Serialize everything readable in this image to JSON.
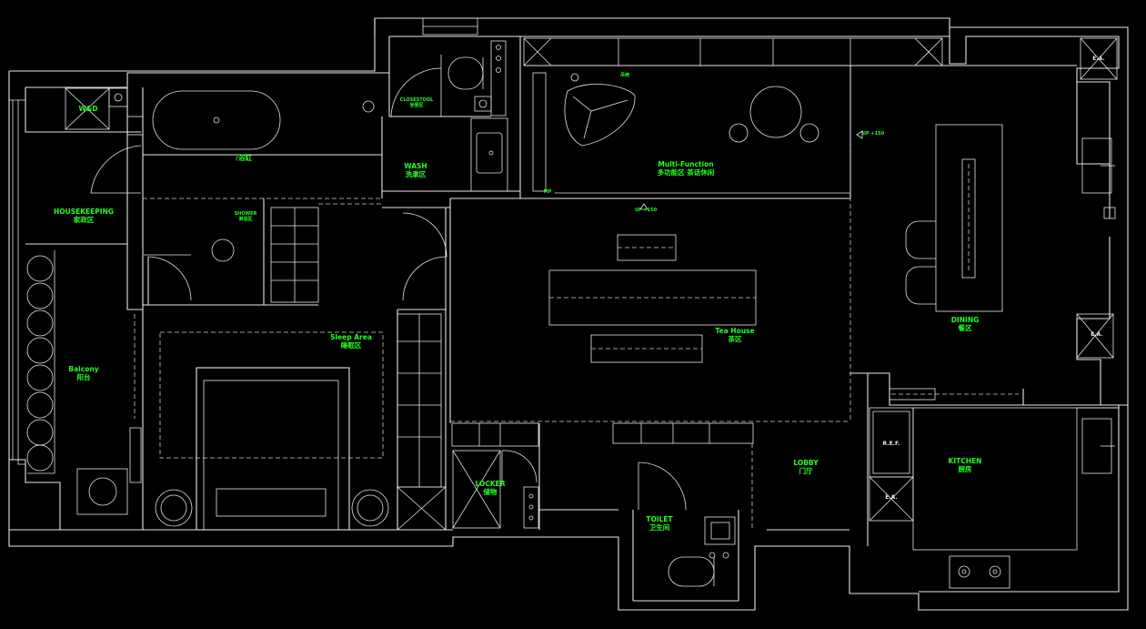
{
  "plan": {
    "colors": {
      "background": "#000000",
      "lines": "#e6e6e6",
      "labels": "#22ff22"
    },
    "rooms": {
      "wd": {
        "en": "W&D"
      },
      "bath": {
        "cn": "/浴缸"
      },
      "closestool": {
        "en": "CLOSESTOOL",
        "cn": "坐便区"
      },
      "wash": {
        "en": "WASH",
        "cn": "洗漱区"
      },
      "shower": {
        "en": "SHOWER",
        "cn": "淋浴区"
      },
      "housekeeping": {
        "en": "HOUSEKEEPING",
        "cn": "家政区"
      },
      "balcony": {
        "en": "Balcony",
        "cn": "阳台"
      },
      "sleep": {
        "en": "Sleep Area",
        "cn": "睡眠区"
      },
      "hang": {
        "cn": "吊椅"
      },
      "multi": {
        "en": "Multi-Function",
        "cn": "多功能区 茶话休闲"
      },
      "teahouse": {
        "en": "Tea House",
        "cn": "茶区"
      },
      "dining": {
        "en": "DINING",
        "cn": "餐区"
      },
      "locker": {
        "en": "LOCKER",
        "cn": "储物"
      },
      "toilet": {
        "en": "TOILET",
        "cn": "卫生间"
      },
      "lobby": {
        "en": "LOBBY",
        "cn": "门厅"
      },
      "kitchen": {
        "en": "KITCHEN",
        "cn": "厨房"
      }
    },
    "markers": {
      "ea1": "E.A.",
      "ea2": "E.A.",
      "ea3": "E.A.",
      "ref": "R.E.F.",
      "step1": "UP +150",
      "step2": "UP +150",
      "mp": "MP"
    }
  }
}
